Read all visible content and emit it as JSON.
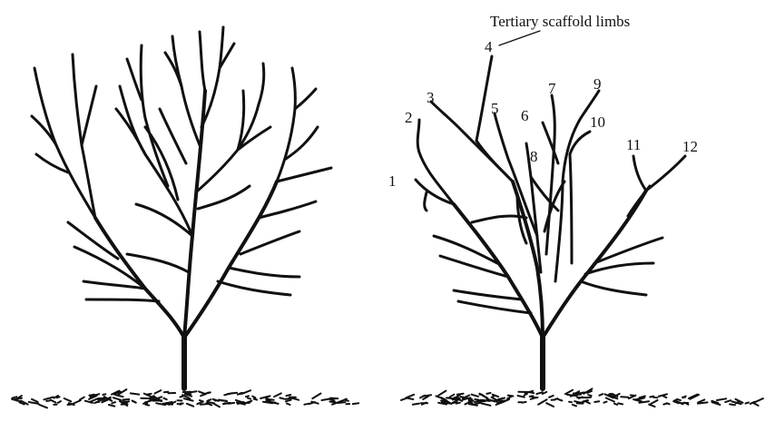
{
  "diagram": {
    "callout_text": "Tertiary scaffold limbs",
    "limb_labels": [
      "1",
      "2",
      "3",
      "4",
      "5",
      "6",
      "7",
      "8",
      "9",
      "10",
      "11",
      "12"
    ]
  }
}
